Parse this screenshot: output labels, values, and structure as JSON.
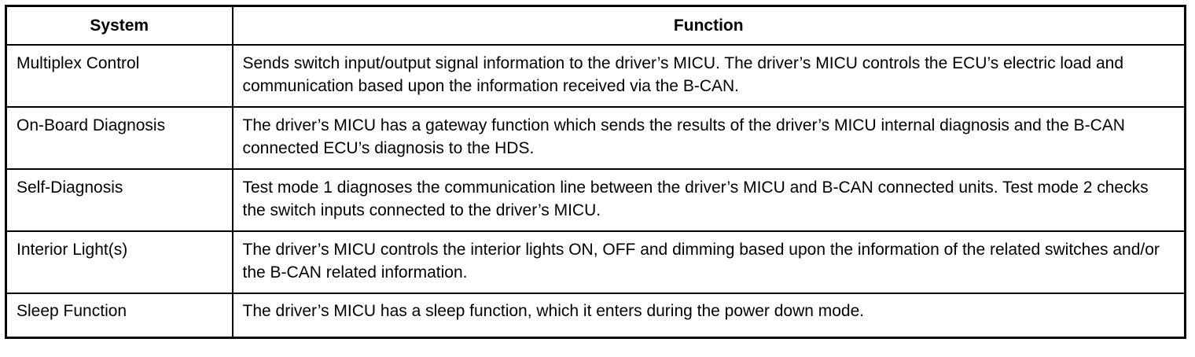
{
  "table": {
    "headers": {
      "system": "System",
      "function": "Function"
    },
    "rows": [
      {
        "system": "Multiplex Control",
        "function": "Sends switch input/output signal information to the driver’s MICU. The driver’s MICU controls the ECU’s electric load and communication based upon the information received via the B-CAN."
      },
      {
        "system": "On-Board Diagnosis",
        "function": "The driver’s MICU has a gateway function which sends the results of the driver’s MICU internal diagnosis and the B-CAN connected ECU’s diagnosis to the HDS."
      },
      {
        "system": "Self-Diagnosis",
        "function": "Test mode 1 diagnoses the communication line between the driver’s MICU and B-CAN connected units. Test mode 2 checks the switch inputs connected to the driver’s MICU."
      },
      {
        "system": "Interior Light(s)",
        "function": "The driver’s MICU controls the interior lights ON, OFF and dimming based upon the information of the related switches and/or the B-CAN related information."
      },
      {
        "system": "Sleep Function",
        "function": "The driver’s MICU has a sleep function, which it enters during the power down mode."
      }
    ]
  }
}
